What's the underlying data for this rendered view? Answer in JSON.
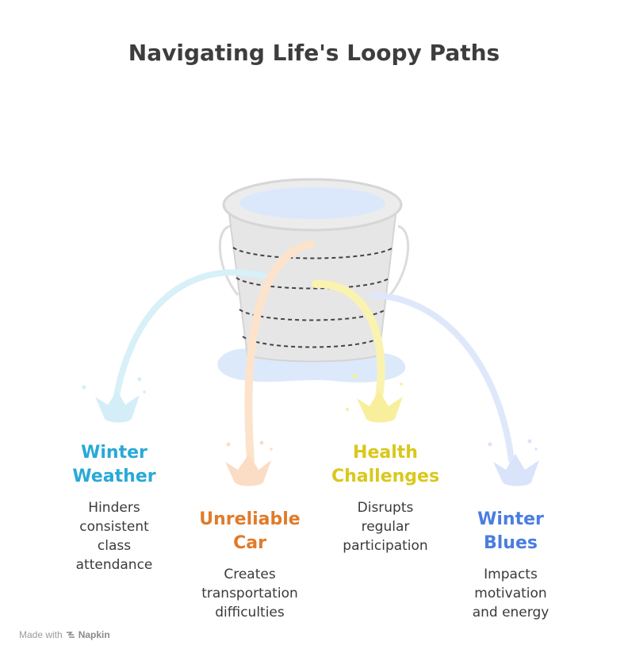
{
  "title": "Navigating Life's Loopy Paths",
  "colors": {
    "winter_weather": "#29a9d6",
    "unreliable_car": "#e07b2a",
    "health_challenges": "#d9c81c",
    "winter_blues": "#4a7de0"
  },
  "items": [
    {
      "title_line1": "Winter",
      "title_line2": "Weather",
      "desc_line1": "Hinders",
      "desc_line2": "consistent",
      "desc_line3": "class",
      "desc_line4": "attendance"
    },
    {
      "title_line1": "Unreliable",
      "title_line2": "Car",
      "desc_line1": "Creates",
      "desc_line2": "transportation",
      "desc_line3": "difficulties"
    },
    {
      "title_line1": "Health",
      "title_line2": "Challenges",
      "desc_line1": "Disrupts",
      "desc_line2": "regular",
      "desc_line3": "participation"
    },
    {
      "title_line1": "Winter",
      "title_line2": "Blues",
      "desc_line1": "Impacts",
      "desc_line2": "motivation",
      "desc_line3": "and energy"
    }
  ],
  "footer": {
    "made_with": "Made with",
    "brand": "Napkin"
  }
}
